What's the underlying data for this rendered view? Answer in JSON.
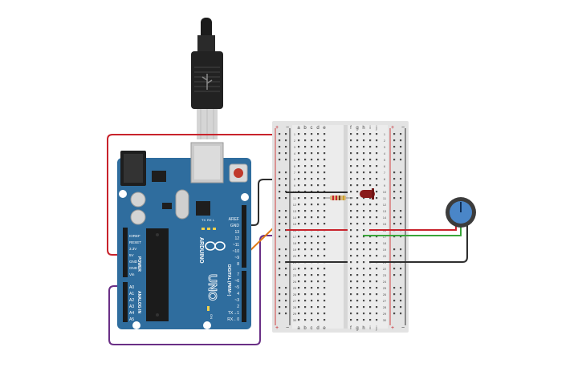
{
  "arduino": {
    "brand": "ARDUINO",
    "model": "UNO",
    "power_header": [
      "IOREF",
      "RESET",
      "3.3V",
      "5V",
      "GND",
      "GND",
      "Vin"
    ],
    "power_label": "POWER",
    "analog_header": [
      "A0",
      "A1",
      "A2",
      "A3",
      "A4",
      "A5"
    ],
    "analog_label": "ANALOG IN",
    "digital_top": [
      "AREF",
      "GND",
      "13",
      "12",
      "~11",
      "~10",
      "~9",
      "8"
    ],
    "digital_bottom": [
      "7",
      "~6",
      "~5",
      "4",
      "~3",
      "2",
      "TX→1",
      "RX←0"
    ],
    "digital_label": "DIGITAL (PWM~)",
    "led_labels": [
      "TX",
      "RX",
      "L"
    ],
    "on_label": "ON"
  },
  "breadboard": {
    "col_left": [
      "a",
      "b",
      "c",
      "d",
      "e"
    ],
    "col_right": [
      "f",
      "g",
      "h",
      "i",
      "j"
    ],
    "rail_plus": "+",
    "rail_minus": "−",
    "rows": 30
  },
  "colors": {
    "board": "#2f6d9e",
    "wire_red": "#c8232c",
    "wire_green": "#3aa53a",
    "wire_purple": "#6a2f86",
    "wire_orange": "#e07b16",
    "wire_dark": "#2e2e2e",
    "led": "#8a1c1c",
    "knob": "#4a86c8"
  }
}
